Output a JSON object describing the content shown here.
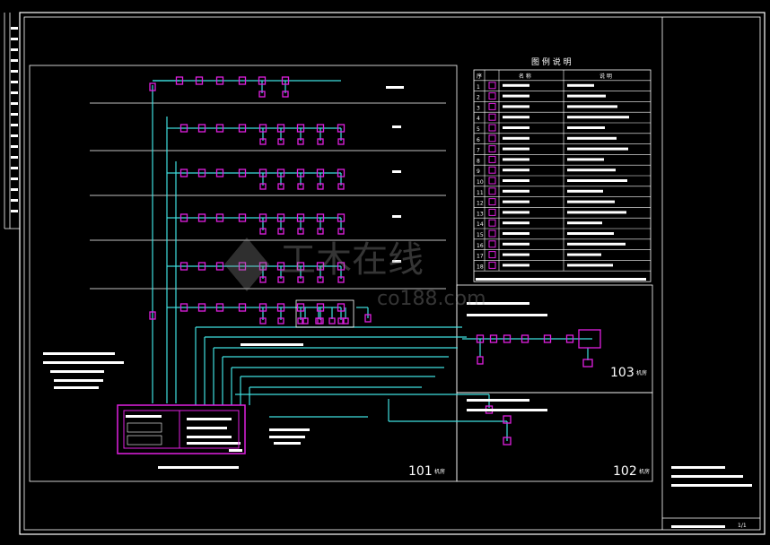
{
  "drawing": {
    "colors": {
      "background": "#000000",
      "frame": "#ffffff",
      "pipe": "#3fe0e0",
      "device": "#e020e0",
      "text": "#ffffff"
    },
    "legend": {
      "title": "图 例 说 明",
      "header_no": "序",
      "header_name": "名 称",
      "header_desc": "说 明",
      "rows": [
        {
          "no": "1"
        },
        {
          "no": "2"
        },
        {
          "no": "3"
        },
        {
          "no": "4"
        },
        {
          "no": "5"
        },
        {
          "no": "6"
        },
        {
          "no": "7"
        },
        {
          "no": "8"
        },
        {
          "no": "9"
        },
        {
          "no": "10"
        },
        {
          "no": "11"
        },
        {
          "no": "12"
        },
        {
          "no": "13"
        },
        {
          "no": "14"
        },
        {
          "no": "15"
        },
        {
          "no": "16"
        },
        {
          "no": "17"
        },
        {
          "no": "18"
        }
      ]
    },
    "sections": {
      "main": "101",
      "main_suffix": "机房",
      "s102": "102",
      "s102_suffix": "机房",
      "s103": "103",
      "s103_suffix": "机房"
    },
    "title_block": {
      "sheet": "1/1"
    },
    "watermark": {
      "text": "工木在线",
      "sub": "co188.com"
    }
  }
}
